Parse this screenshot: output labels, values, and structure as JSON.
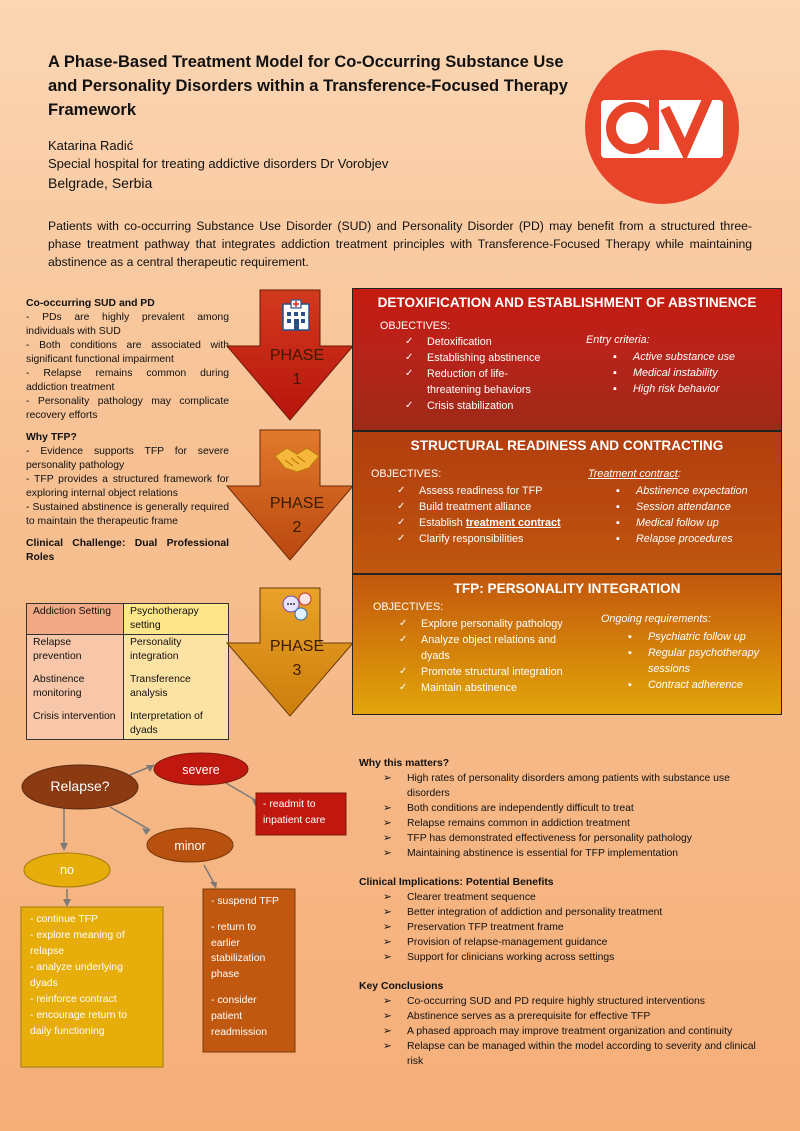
{
  "header": {
    "title": "A Phase-Based Treatment Model for Co-Occurring Substance Use and Personality Disorders within a Transference-Focused Therapy Framework",
    "author": "Katarina Radić",
    "affiliation": "Special hospital for treating addictive disorders Dr Vorobjev",
    "city": "Belgrade, Serbia"
  },
  "intro": "Patients with co-occurring Substance Use Disorder (SUD) and Personality Disorder (PD) may benefit from a structured three-phase treatment pathway that integrates addiction treatment principles with Transference-Focused Therapy while maintaining abstinence as a central therapeutic requirement.",
  "left": {
    "s1_title": "Co-occurring SUD and PD",
    "s1_items": [
      "- PDs are highly prevalent among individuals with SUD",
      "- Both conditions are associated with significant functional impairment",
      "- Relapse remains common during addiction treatment",
      "- Personality pathology may complicate recovery efforts"
    ],
    "s2_title": "Why TFP?",
    "s2_items": [
      "- Evidence supports TFP for severe personality pathology",
      "- TFP provides a structured framework for exploring internal object relations",
      "- Sustained abstinence is generally required to maintain the therapeutic frame"
    ],
    "s3_title": "Clinical Challenge: Dual Professional Roles",
    "table": {
      "header": [
        "Addiction Setting",
        "Psychotherapy setting"
      ],
      "rows": [
        [
          "Relapse prevention",
          "Personality integration"
        ],
        [
          "Abstinence monitoring",
          "Transference analysis"
        ],
        [
          "Crisis intervention",
          "Interpretation of dyads"
        ]
      ]
    }
  },
  "phases": [
    {
      "label": "PHASE",
      "number": "1",
      "icon": "hospital-icon",
      "title": "DETOXIFICATION AND ESTABLISHMENT OF ABSTINENCE",
      "objectives_label": "OBJECTIVES:",
      "objectives": [
        "Detoxification",
        "Establishing abstinence",
        "Reduction of life-threatening behaviors",
        "Crisis stabilization"
      ],
      "criteria_label": "Entry criteria:",
      "criteria": [
        "Active substance use",
        "Medical instability",
        "High risk behavior"
      ]
    },
    {
      "label": "PHASE",
      "number": "2",
      "icon": "handshake-icon",
      "title": "STRUCTURAL READINESS AND CONTRACTING",
      "objectives_label": "OBJECTIVES:",
      "objectives_pre": [
        "Assess readiness for TFP",
        "Build treatment alliance"
      ],
      "objective_establish_prefix": "Establish ",
      "objective_establish_link": "treatment contract",
      "objectives_post": [
        "Clarify responsibilities"
      ],
      "criteria_label": "Treatment contract",
      "criteria_suffix": ":",
      "criteria": [
        "Abstinence expectation",
        "Session attendance",
        "Medical follow up",
        "Relapse procedures"
      ]
    },
    {
      "label": "PHASE",
      "number": "3",
      "icon": "chat-bubbles-icon",
      "title": "TFP: PERSONALITY INTEGRATION",
      "objectives_label": "OBJECTIVES:",
      "objectives": [
        "Explore personality pathology",
        "Analyze object relations and dyads",
        "Promote structural integration",
        "Maintain abstinence"
      ],
      "criteria_label": "Ongoing requirements:",
      "criteria": [
        "Psychiatric follow up",
        "Regular psychotherapy sessions",
        "Contract adherence"
      ]
    }
  ],
  "flowchart": {
    "relapse": "Relapse?",
    "severe": "severe",
    "minor": "minor",
    "no": "no",
    "severe_box": [
      "- readmit to",
      "inpatient care"
    ],
    "no_box": [
      "- continue TFP",
      "- explore meaning of",
      "relapse",
      "- analyze underlying",
      "dyads",
      "- reinforce contract",
      "- encourage return to",
      "daily functioning"
    ],
    "minor_box": [
      "- suspend TFP",
      "",
      "- return to",
      "earlier",
      "stabilization",
      "phase",
      "",
      "- consider",
      "patient",
      "readmission"
    ]
  },
  "right": {
    "why_title": "Why this matters?",
    "why_items": [
      "High rates of personality disorders among patients with substance use disorders",
      "Both conditions are independently difficult to treat",
      "Relapse remains common in addiction treatment",
      "TFP has demonstrated effectiveness for personality pathology",
      "Maintaining abstinence is essential for TFP implementation"
    ],
    "impl_title": "Clinical Implications: Potential Benefits",
    "impl_items": [
      "Clearer treatment sequence",
      "Better integration of addiction and personality treatment",
      "Preservation TFP treatment frame",
      "Provision of relapse-management guidance",
      "Support for clinicians working across settings"
    ],
    "concl_title": "Key Conclusions",
    "concl_items": [
      "Co-occurring SUD and PD require highly structured interventions",
      "Abstinence serves as a prerequisite for effective TFP",
      "A phased approach may improve treatment organization and continuity",
      "Relapse can be managed within the model according to severity and clinical risk"
    ]
  },
  "colors": {
    "phase1": "#c0190f",
    "phase2": "#b8460d",
    "phase3": "#e0a00a",
    "logo": "#e8442a",
    "relapse_node": "#8b3a12",
    "severe_node": "#c0180f",
    "minor_node": "#b8500f",
    "no_node": "#e7ad0a"
  }
}
